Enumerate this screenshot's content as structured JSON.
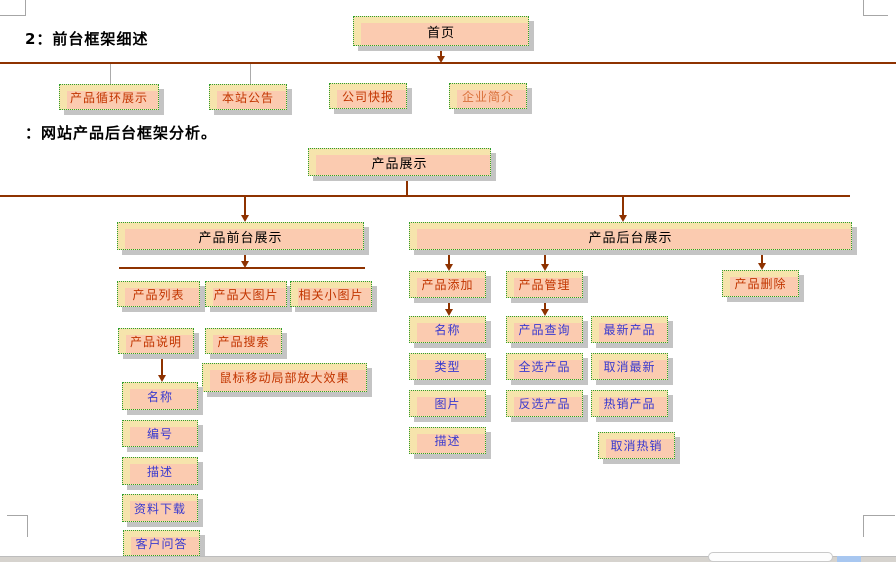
{
  "page": {
    "heading1": "2：前台框架细述",
    "heading2": "：网站产品后台框架分析。"
  },
  "diagram": {
    "nodes": {
      "home": "首页",
      "product_loop": "产品循环展示",
      "site_notice": "本站公告",
      "company_news": "公司快报",
      "company_profile": "企业简介",
      "product_display": "产品展示",
      "front_display": "产品前台展示",
      "back_display": "产品后台展示",
      "product_list": "产品列表",
      "product_large_image": "产品大图片",
      "related_small_image": "相关小图片",
      "product_desc": "产品说明",
      "product_search": "产品搜索",
      "mouse_zoom": "鼠标移动局部放大效果",
      "name_front": "名称",
      "serial": "编号",
      "desc_front": "描述",
      "data_download": "资料下载",
      "customer_qa": "客户问答",
      "product_add": "产品添加",
      "product_manage": "产品管理",
      "product_delete": "产品删除",
      "name_back": "名称",
      "type": "类型",
      "image": "图片",
      "desc_back": "描述",
      "product_query": "产品查询",
      "select_all": "全选产品",
      "invert_select": "反选产品",
      "newest_product": "最新产品",
      "cancel_newest": "取消最新",
      "hot_product": "热销产品",
      "cancel_hot": "取消热销"
    },
    "colors": {
      "box_cream": "#F6E4AC",
      "box_pink": "#FBCBB0",
      "box_border_green": "#2E9E2E",
      "shadow_gray": "#C4C4C4",
      "line_brown": "#8E3200",
      "text_red": "#C23500",
      "text_orange": "#D9703A",
      "text_blue": "#3A3ACF",
      "text_black": "#000000"
    }
  }
}
